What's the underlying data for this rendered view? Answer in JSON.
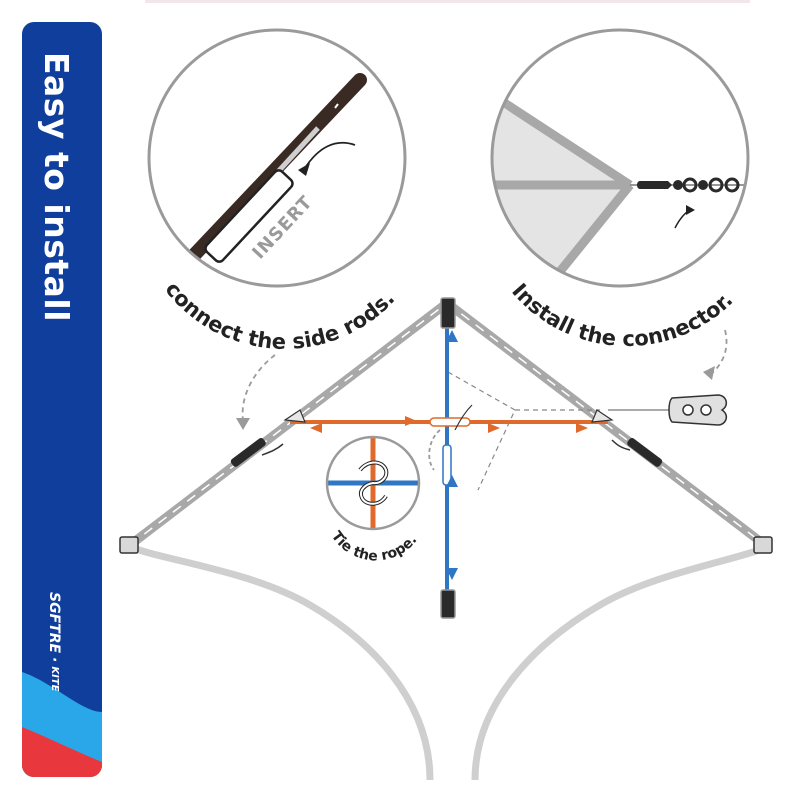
{
  "banner": {
    "title": "Easy to install",
    "brand_name": "SGFTRE",
    "brand_separator": "·",
    "brand_sub": "KITE",
    "colors": {
      "background": "#0f3e9c",
      "accent_red": "#e8373d",
      "accent_light_blue": "#2aa7e8"
    }
  },
  "steps": {
    "insert_label": "INSERT",
    "connect_label": "connect the side rods.",
    "connector_label": "Install the connector.",
    "tie_label": "Tie the rope."
  },
  "colors": {
    "outline": "#9a9a9a",
    "rod_dark": "#3a2a24",
    "orange_rope": "#e06a2c",
    "blue_spine": "#2f76c4"
  }
}
